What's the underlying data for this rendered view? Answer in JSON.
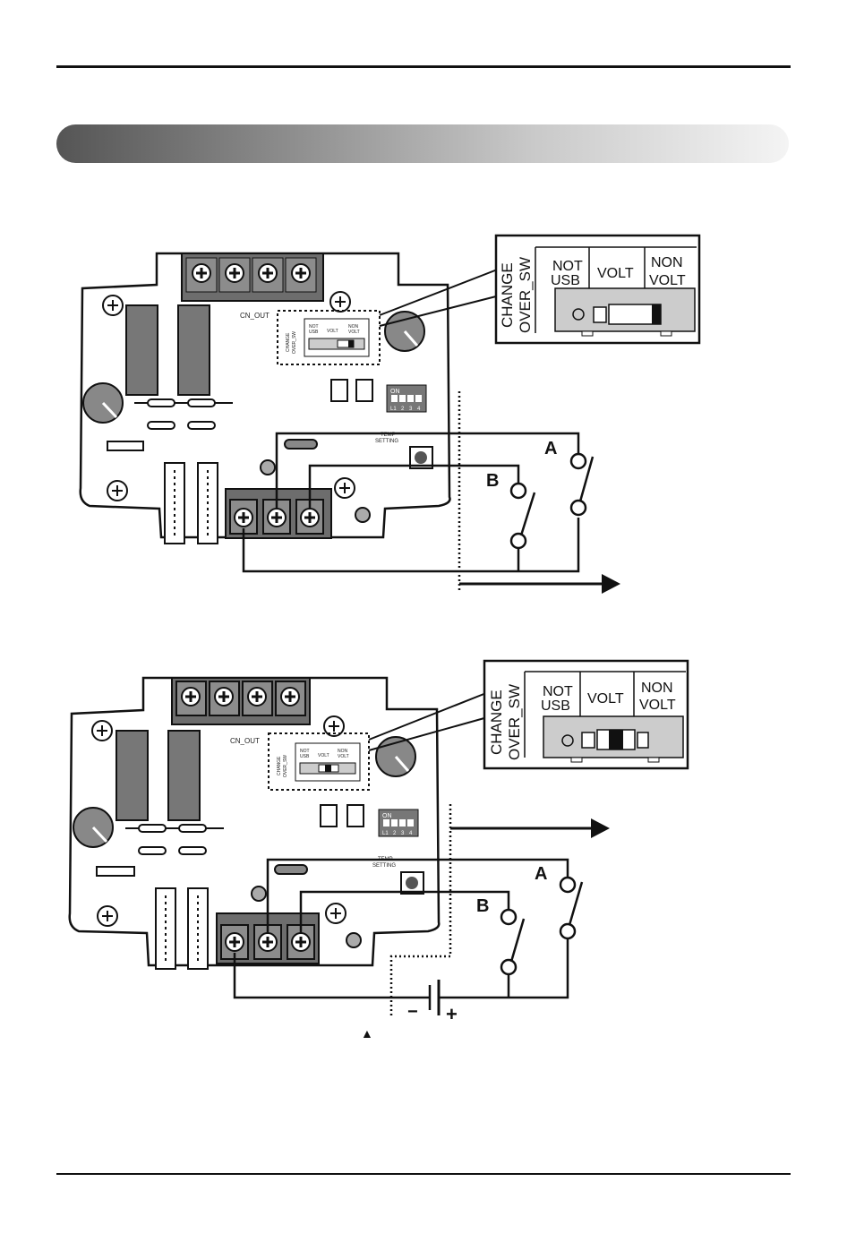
{
  "diagram1": {
    "switch_title_line1": "CHANGE",
    "switch_title_line2": "OVER_SW",
    "pos_not_usb_line1": "NOT",
    "pos_not_usb_line2": "USB",
    "pos_volt": "VOLT",
    "pos_non_volt_line1": "NON",
    "pos_non_volt_line2": "VOLT",
    "switch_position": "NON VOLT",
    "cn_out": "CN_OUT",
    "dip_on": "ON",
    "dip_labels": [
      "L1",
      "2",
      "3",
      "4"
    ],
    "temp_setting_line1": "TEMP",
    "temp_setting_line2": "SETTING",
    "contact_a": "A",
    "contact_b": "B"
  },
  "diagram2": {
    "switch_title_line1": "CHANGE",
    "switch_title_line2": "OVER_SW",
    "pos_not_usb_line1": "NOT",
    "pos_not_usb_line2": "USB",
    "pos_volt": "VOLT",
    "pos_non_volt_line1": "NON",
    "pos_non_volt_line2": "VOLT",
    "switch_position": "VOLT",
    "cn_out": "CN_OUT",
    "dip_on": "ON",
    "dip_labels": [
      "L1",
      "2",
      "3",
      "4"
    ],
    "temp_setting_line1": "TEMP",
    "temp_setting_line2": "SETTING",
    "contact_a": "A",
    "contact_b": "B",
    "battery_minus": "−",
    "battery_plus": "+",
    "footnote_marker": "▲"
  }
}
